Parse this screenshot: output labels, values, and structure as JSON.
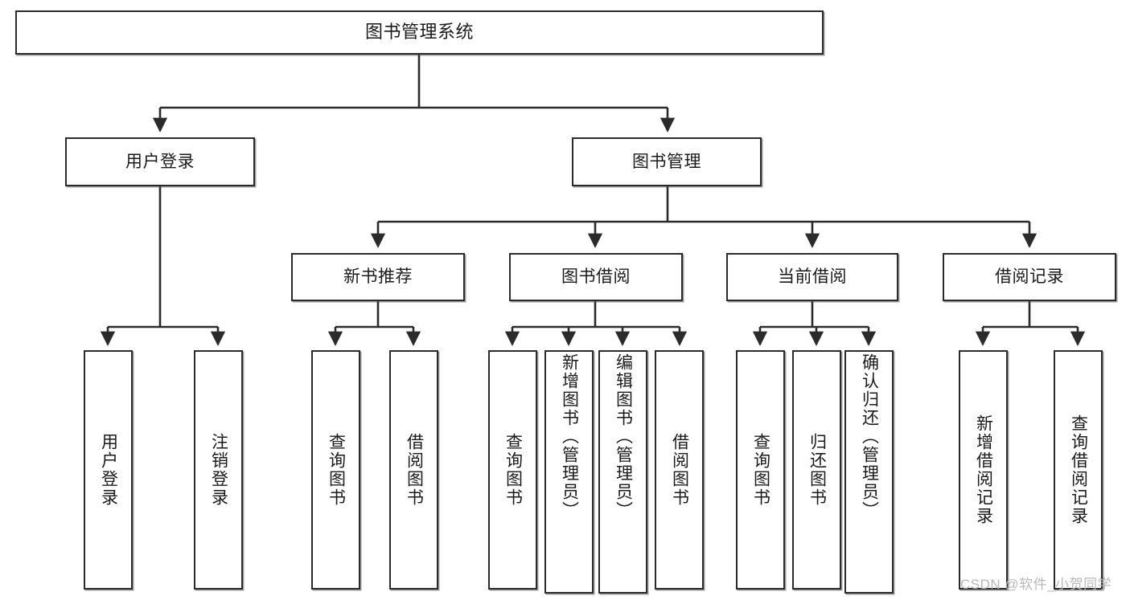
{
  "diagram": {
    "title": "图书管理系统",
    "watermark": "CSDN @软件_小贺同学",
    "levels": {
      "root": {
        "label": "图书管理系统"
      },
      "level2": [
        {
          "id": "user-login",
          "label": "用户登录"
        },
        {
          "id": "book-management",
          "label": "图书管理"
        }
      ],
      "level3": [
        {
          "id": "new-book-recommend",
          "label": "新书推荐"
        },
        {
          "id": "book-borrow",
          "label": "图书借阅"
        },
        {
          "id": "current-borrow",
          "label": "当前借阅"
        },
        {
          "id": "borrow-record",
          "label": "借阅记录"
        }
      ],
      "leaves": [
        {
          "id": "leaf-user-login",
          "label": "用户登录",
          "parent": "user-login"
        },
        {
          "id": "leaf-logout-login",
          "label": "注销登录",
          "parent": "user-login"
        },
        {
          "id": "leaf-query-book-1",
          "label": "查询图书",
          "parent": "new-book-recommend"
        },
        {
          "id": "leaf-borrow-book-1",
          "label": "借阅图书",
          "parent": "new-book-recommend"
        },
        {
          "id": "leaf-query-book-2",
          "label": "查询图书",
          "parent": "book-borrow"
        },
        {
          "id": "leaf-add-book-admin",
          "label": "新增图书（管理员）",
          "parent": "book-borrow"
        },
        {
          "id": "leaf-edit-book-admin",
          "label": "编辑图书（管理员）",
          "parent": "book-borrow"
        },
        {
          "id": "leaf-borrow-book-2",
          "label": "借阅图书",
          "parent": "book-borrow"
        },
        {
          "id": "leaf-query-book-3",
          "label": "查询图书",
          "parent": "current-borrow"
        },
        {
          "id": "leaf-return-book",
          "label": "归还图书",
          "parent": "current-borrow"
        },
        {
          "id": "leaf-confirm-return-admin",
          "label": "确认归还（管理员）",
          "parent": "current-borrow"
        },
        {
          "id": "leaf-add-borrow-record",
          "label": "新增借阅记录",
          "parent": "borrow-record"
        },
        {
          "id": "leaf-query-borrow-record",
          "label": "查询借阅记录",
          "parent": "borrow-record"
        }
      ]
    },
    "colors": {
      "stroke": "#2b2b2b",
      "fill": "#ffffff",
      "text": "#1a1a1a",
      "watermark": "#b9b9b9"
    }
  }
}
